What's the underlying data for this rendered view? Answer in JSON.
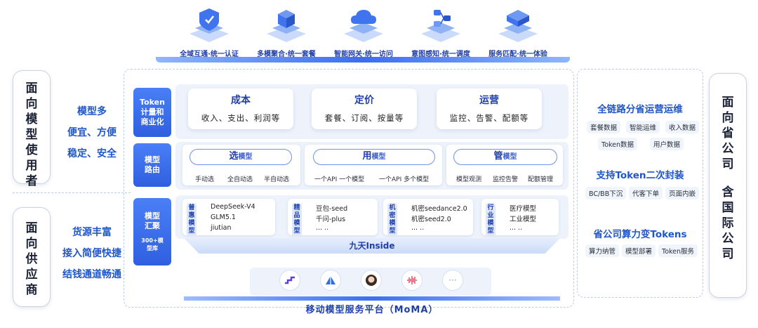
{
  "top_items": [
    {
      "label": "全域互通·统一认证",
      "icon": "shield-icon"
    },
    {
      "label": "多模聚合·统一套餐",
      "icon": "cube-stack-icon"
    },
    {
      "label": "智能网关·统一访问",
      "icon": "cloud-icon"
    },
    {
      "label": "意图感知·统一调度",
      "icon": "nodes-icon"
    },
    {
      "label": "服务匹配·统一体验",
      "icon": "chip-icon"
    }
  ],
  "left_top": {
    "heading": "面向模型使用者",
    "features": [
      "模型多",
      "便宜、方便",
      "稳定、安全"
    ]
  },
  "left_bottom": {
    "heading": "面向供应商",
    "features": [
      "货源丰富",
      "接入简便快捷",
      "结钱通道畅通"
    ]
  },
  "bands": {
    "token": "Token计量和商业化",
    "routing": "模型路由",
    "aggregation": "模型汇聚",
    "aggregation_note": "300+模型库"
  },
  "token_cards": [
    {
      "title": "成本",
      "sub": "收入、支出、利润等"
    },
    {
      "title": "定价",
      "sub": "套餐、订阅、按量等"
    },
    {
      "title": "运营",
      "sub": "监控、告警、配额等"
    }
  ],
  "routing_cards": [
    {
      "title": "选",
      "suffix": "模型",
      "options": [
        "手动选",
        "全自动选",
        "半自动选"
      ]
    },
    {
      "title": "用",
      "suffix": "模型",
      "options": [
        "一个API 一个模型",
        "一个API 多个模型"
      ]
    },
    {
      "title": "管",
      "suffix": "模型",
      "options": [
        "模型观测",
        "监控告警",
        "配额管理"
      ]
    }
  ],
  "model_cards": [
    {
      "tag": "普惠模型",
      "lines": [
        "DeepSeek-V4",
        "GLM5.1",
        "jiutian"
      ]
    },
    {
      "tag": "精品模型",
      "lines": [
        "豆包-seed",
        "千问-plus",
        "... .."
      ]
    },
    {
      "tag": "机密模型",
      "lines": [
        "机密seedance2.0",
        "机密seed2.0",
        "... .."
      ]
    },
    {
      "tag": "行业模型",
      "lines": [
        "医疗模型",
        "工业模型",
        "... .."
      ]
    }
  ],
  "inside_label": "九天Inside",
  "platform_label": "移动模型服务平台（MoMA）",
  "bottom_icons": [
    "stairs-icon",
    "mountain-logo-icon",
    "avatar-icon",
    "waveform-icon",
    "more-icon"
  ],
  "more_glyph": "···",
  "right_panel": {
    "section1": {
      "title": "全链路分省运营运维",
      "tags": [
        "套餐数据",
        "智能运维",
        "收入数据",
        "Token数据",
        "用户数据"
      ]
    },
    "section2": {
      "title": "支持Token二次封装",
      "tags": [
        "BC/BB下沉",
        "代客下单",
        "页面内嵌"
      ]
    },
    "section3": {
      "title": "省公司算力变Tokens",
      "tags": [
        "算力纳管",
        "模型部署",
        "Token服务"
      ]
    }
  },
  "far_right": {
    "line1": "面向省公司",
    "line2": "含国际公司"
  },
  "colors": {
    "accent": "#2f5fe0",
    "text_blue": "#1f3fa8",
    "feature_blue": "#1f56c9"
  }
}
